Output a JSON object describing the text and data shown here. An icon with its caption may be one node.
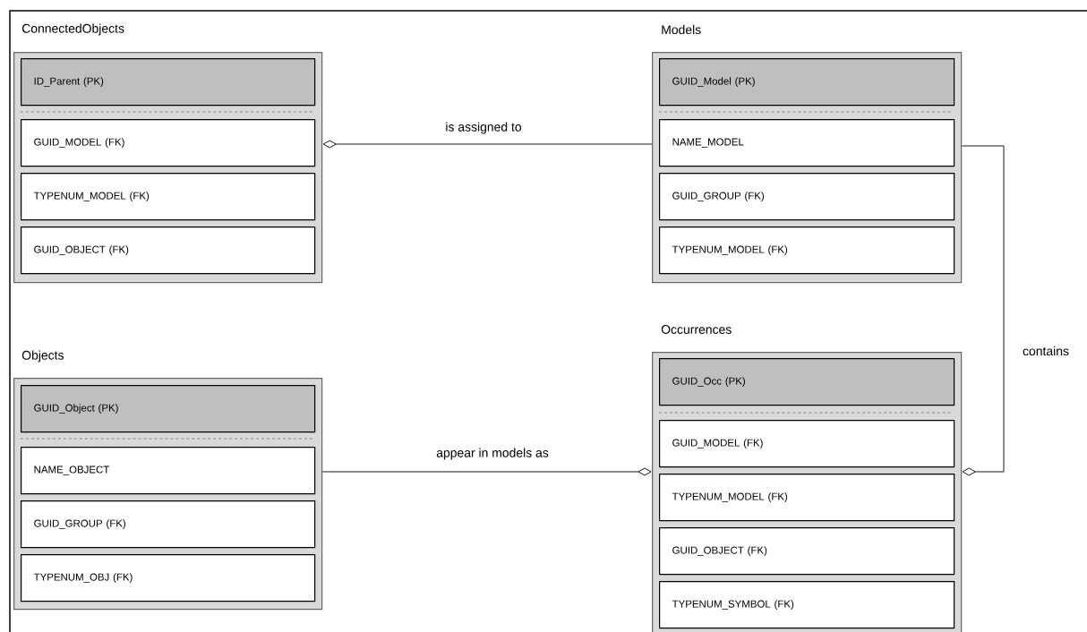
{
  "diagram": {
    "nodes": [
      {
        "text": [
          "ConnectedObjects"
        ]
      },
      {
        "text": [
          "ID_Parent  (PK)"
        ],
        "in": 0
      },
      {
        "text": [
          "GUID_MODEL (FK)"
        ],
        "in": 0
      },
      {
        "text": [
          "TYPENUM_MODEL (FK)"
        ],
        "in": 0
      },
      {
        "text": [
          "GUID_OBJECT (FK)"
        ],
        "in": 0
      },
      {
        "text": [
          "Models"
        ]
      },
      {
        "text": [
          "GUID_Model  (PK)"
        ],
        "in": 5
      },
      {
        "text": [
          "NAME_MODEL"
        ],
        "in": 5
      },
      {
        "text": [
          "GUID_GROUP (FK)"
        ],
        "in": 5
      },
      {
        "text": [
          "TYPENUM_MODEL (FK)"
        ],
        "in": 5
      },
      {
        "text": [
          "Objects"
        ]
      },
      {
        "text": [
          "GUID_Object  (PK)"
        ],
        "in": 10
      },
      {
        "text": [
          "NAME_OBJECT"
        ],
        "in": 10
      },
      {
        "text": [
          "GUID_GROUP (FK)"
        ],
        "in": 10
      },
      {
        "text": [
          "TYPENUM_OBJ (FK)"
        ],
        "in": 10
      },
      {
        "text": [
          "Occurrences"
        ]
      },
      {
        "text": [
          "GUID_Occ  (PK)"
        ],
        "in": 15
      },
      {
        "text": [
          "GUID_MODEL (FK)"
        ],
        "in": 15
      },
      {
        "text": [
          "TYPENUM_MODEL (FK)"
        ],
        "in": 15
      },
      {
        "text": [
          "GUID_OBJECT (FK)"
        ],
        "in": 15
      },
      {
        "text": [
          "TYPENUM_SYMBOL (FK)"
        ],
        "in": 15
      }
    ],
    "edges": [
      {
        "from": 5,
        "to": 0,
        "arrow": "other",
        "label": "is assigned to"
      },
      {
        "from": 10,
        "to": 15,
        "arrow": "other",
        "label": "appear in models as"
      },
      {
        "from": 5,
        "to": 15,
        "arrow": "other",
        "label": "contains"
      }
    ]
  }
}
